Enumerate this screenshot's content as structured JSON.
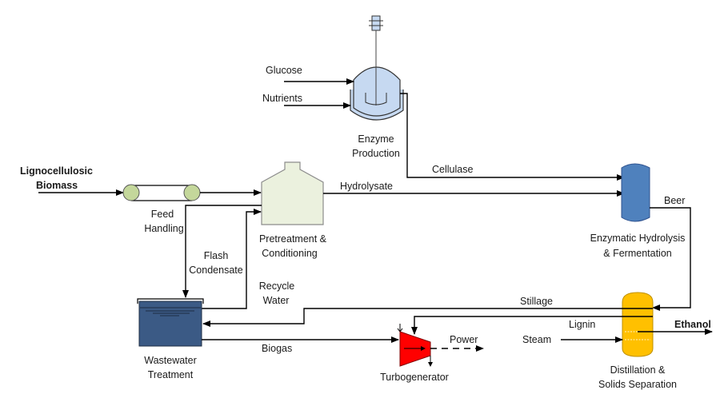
{
  "diagram": {
    "title": "Lignocellulosic biomass to ethanol process flow",
    "units": {
      "enzyme_production": {
        "label_lines": [
          "Enzyme",
          "Production"
        ],
        "icon": "stirred-reactor-icon",
        "color": "#c6d9f1"
      },
      "feed_handling": {
        "label_lines": [
          "Feed",
          "Handling"
        ],
        "icon": "conveyor-icon",
        "color": "#c4d79b"
      },
      "pretreatment": {
        "label_lines": [
          "Pretreatment &",
          "Conditioning"
        ],
        "icon": "pretreatment-reactor-icon",
        "color": "#ebf1de"
      },
      "hydrolysis": {
        "label_lines": [
          "Enzymatic Hydrolysis",
          "& Fermentation"
        ],
        "icon": "fermenter-vessel-icon",
        "color": "#4f81bd"
      },
      "distillation": {
        "label_lines": [
          "Distillation &",
          "Solids Separation"
        ],
        "icon": "distillation-column-icon",
        "color": "#ffc000"
      },
      "wastewater": {
        "label_lines": [
          "Wastewater",
          "Treatment"
        ],
        "icon": "wastewater-tank-icon",
        "color": "#3b5a85"
      },
      "turbogenerator": {
        "label_lines": [
          "Turbogenerator"
        ],
        "icon": "turbine-icon",
        "color": "#ff0000"
      }
    },
    "streams": {
      "feedstock": [
        "Lignocellulosic",
        "Biomass"
      ],
      "glucose": "Glucose",
      "nutrients": "Nutrients",
      "cellulase": "Cellulase",
      "hydrolysate": "Hydrolysate",
      "beer": "Beer",
      "flash_condensate": [
        "Flash",
        "Condensate"
      ],
      "recycle_water": [
        "Recycle",
        "Water"
      ],
      "stillage": "Stillage",
      "lignin": "Lignin",
      "steam": "Steam",
      "ethanol": "Ethanol",
      "biogas": "Biogas",
      "power": "Power"
    }
  }
}
